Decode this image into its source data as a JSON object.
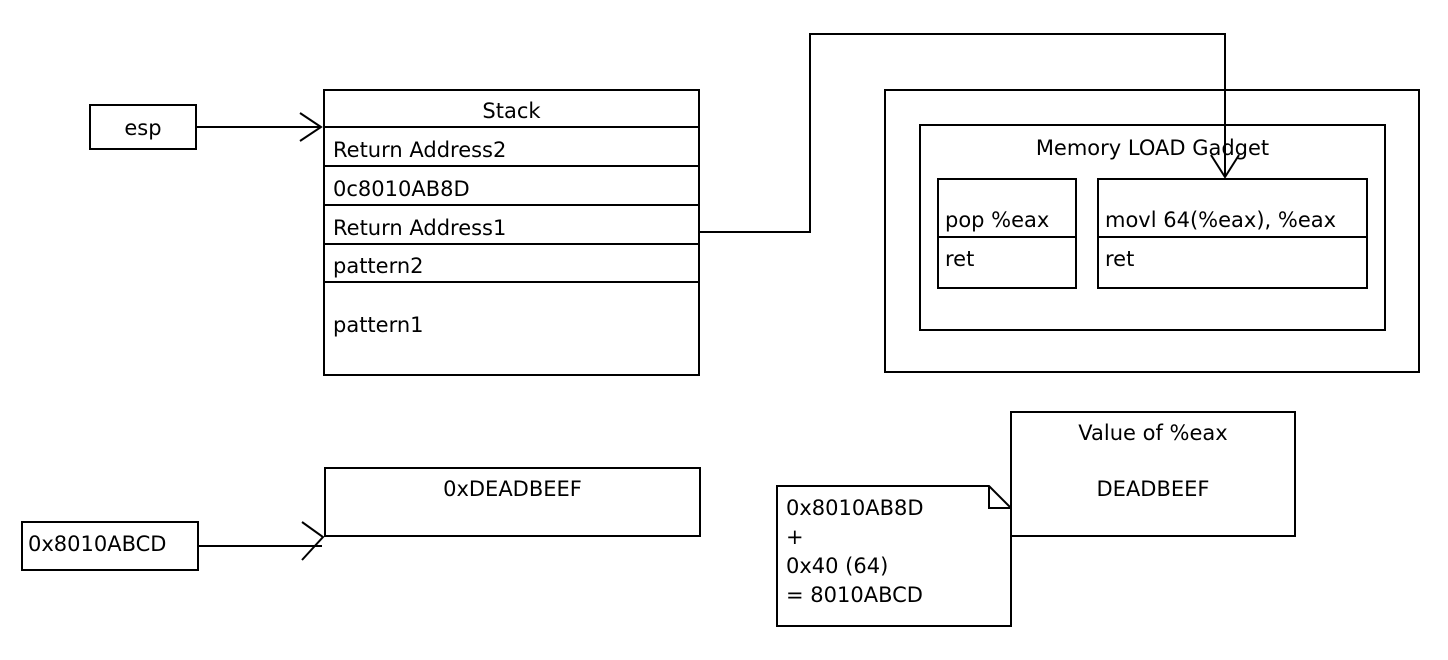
{
  "diagram": {
    "title": "ROP memory LOAD gadget stack diagram",
    "stroke_color": "#000000",
    "background_color": "#ffffff"
  },
  "esp": {
    "label": "esp"
  },
  "stack": {
    "title": "Stack",
    "rows": [
      {
        "label": "Return Address2"
      },
      {
        "label": "0c8010AB8D"
      },
      {
        "label": "Return Address1"
      },
      {
        "label": "pattern2"
      },
      {
        "label": "pattern1"
      }
    ]
  },
  "gadget": {
    "title": "Memory LOAD Gadget",
    "pop_gadget": {
      "instruction": "pop %eax",
      "ret": "ret"
    },
    "load_gadget": {
      "instruction": "movl 64(%eax), %eax",
      "ret": "ret"
    }
  },
  "memory": {
    "source_address": "0x8010ABCD",
    "target_value": "0xDEADBEEF"
  },
  "note": {
    "lines": [
      "0x8010AB8D",
      "+",
      "0x40 (64)",
      "= 8010ABCD"
    ]
  },
  "eax": {
    "title": "Value of %eax",
    "value": "DEADBEEF"
  }
}
